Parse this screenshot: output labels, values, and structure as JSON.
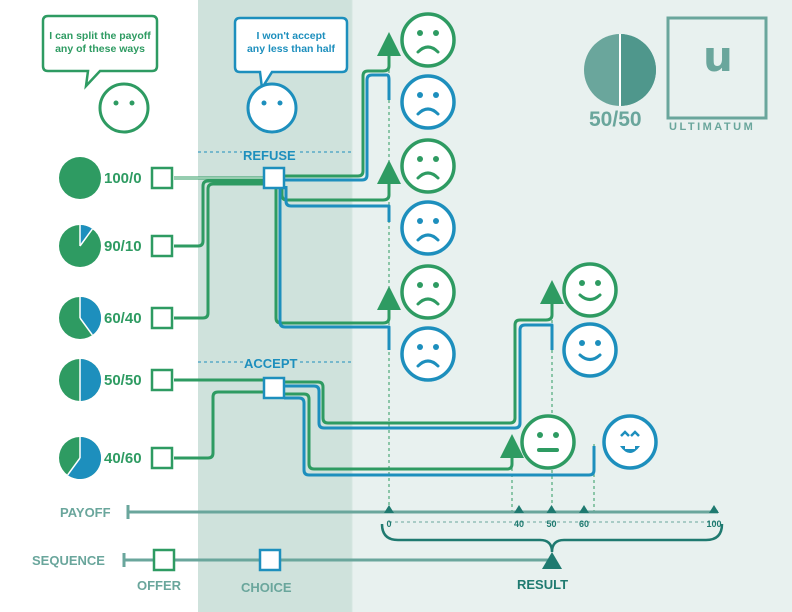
{
  "colors": {
    "green": "#2e9b62",
    "blue": "#1d8fbd",
    "teal": "#6aa69c",
    "dark_teal": "#1f7a70",
    "bg_right": "#e8f1ef",
    "band": "#cfe2dc",
    "band_edge": "#dce9e5"
  },
  "proposer": {
    "bubble": [
      "I can split the payoff",
      "any of these ways"
    ],
    "face": "neutral-face-icon"
  },
  "responder": {
    "bubble": [
      "I won't accept",
      "any less than half"
    ],
    "face": "neutral-face-icon"
  },
  "offers": [
    {
      "label": "100/0",
      "share": 0
    },
    {
      "label": "90/10",
      "share": 10
    },
    {
      "label": "60/40",
      "share": 40
    },
    {
      "label": "50/50",
      "share": 50
    },
    {
      "label": "40/60",
      "share": 60
    }
  ],
  "decisions": {
    "refuse": "REFUSE",
    "accept": "ACCEPT"
  },
  "results": {
    "refused": "sad faces, payoff 0",
    "accepted_50": "smiling faces, payoff 50",
    "accepted_40_60": "neutral and grinning faces, payoffs 40 and 60"
  },
  "logo": {
    "ratio": "50/50",
    "title": "ULTIMATUM",
    "letter": "u"
  },
  "payoff_axis": {
    "label": "PAYOFF",
    "ticks": [
      "0",
      "40",
      "50",
      "60",
      "100"
    ]
  },
  "sequence": {
    "label": "SEQUENCE",
    "steps": [
      "OFFER",
      "CHOICE",
      "RESULT"
    ]
  }
}
